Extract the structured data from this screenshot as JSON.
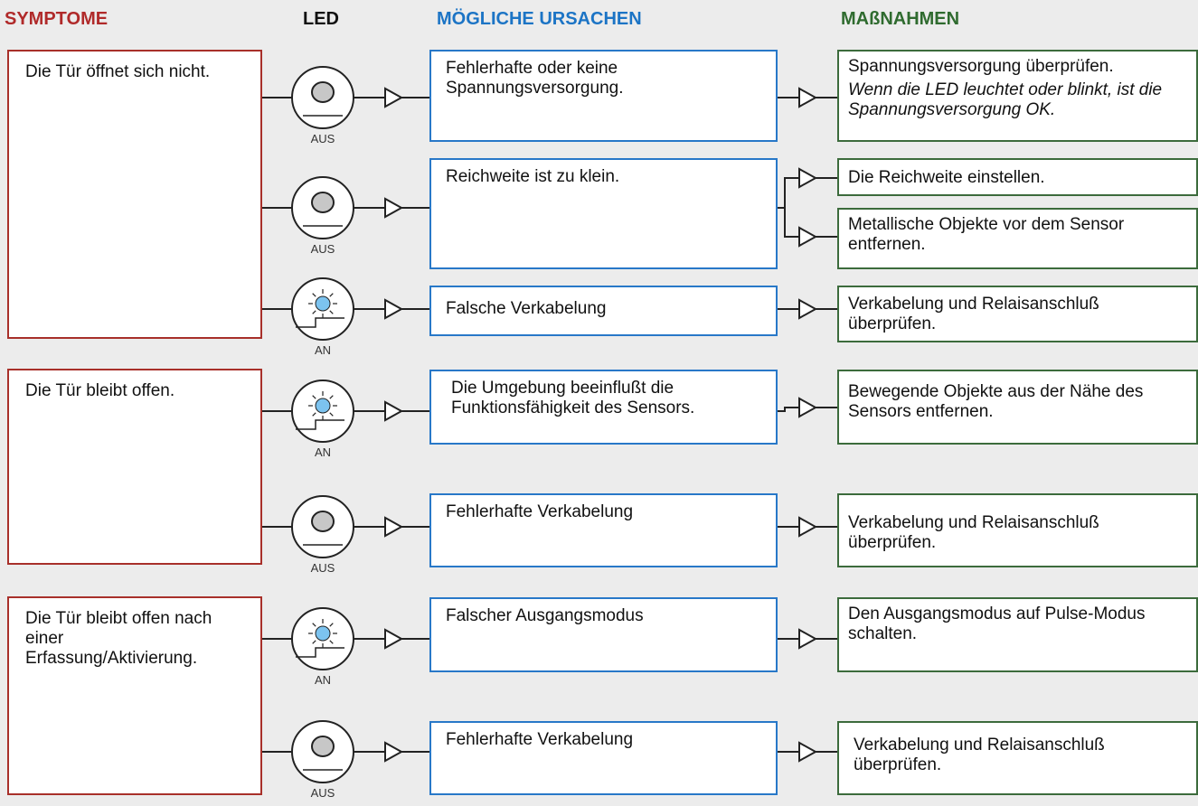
{
  "headers": {
    "symptoms": "SYMPTOME",
    "led": "LED",
    "causes": "MÖGLICHE URSACHEN",
    "measures": "MAßNAHMEN"
  },
  "symptoms": [
    "Die Tür öffnet sich nicht.",
    "Die Tür bleibt offen.",
    "Die Tür bleibt offen nach einer Erfassung/Aktivierung."
  ],
  "leds": [
    {
      "state": "off",
      "label": "AUS"
    },
    {
      "state": "off",
      "label": "AUS"
    },
    {
      "state": "on",
      "label": "AN"
    },
    {
      "state": "on",
      "label": "AN"
    },
    {
      "state": "off",
      "label": "AUS"
    },
    {
      "state": "on",
      "label": "AN"
    },
    {
      "state": "off",
      "label": "AUS"
    }
  ],
  "causes": [
    "Fehlerhafte oder keine Spannungsversorgung.",
    "Reichweite ist zu klein.",
    "Falsche Verkabelung",
    "Die Umgebung beeinflußt die Funktionsfähigkeit des Sensors.",
    "Fehlerhafte Verkabelung",
    "Falscher Ausgangsmodus",
    "Fehlerhafte Verkabelung"
  ],
  "measures": [
    {
      "text": "Spannungsversorgung überprüfen.",
      "note": "Wenn die LED leuchtet oder blinkt, ist die Spannungsversorgung OK."
    },
    {
      "text": "Die Reichweite einstellen."
    },
    {
      "text": "Metallische Objekte vor dem Sensor entfernen."
    },
    {
      "text": "Verkabelung und Relaisanschluß überprüfen."
    },
    {
      "text": "Bewegende Objekte aus der Nähe des Sensors entfernen."
    },
    {
      "text": "Verkabelung und Relaisanschluß überprüfen."
    },
    {
      "text": "Den Ausgangsmodus auf Pulse-Modus schalten."
    },
    {
      "text": "Verkabelung und Relaisanschluß überprüfen."
    }
  ],
  "colors": {
    "symptom": "#a8302a",
    "cause": "#2878c8",
    "measure": "#3c6b3c",
    "led_on": "#7cc3ef"
  }
}
